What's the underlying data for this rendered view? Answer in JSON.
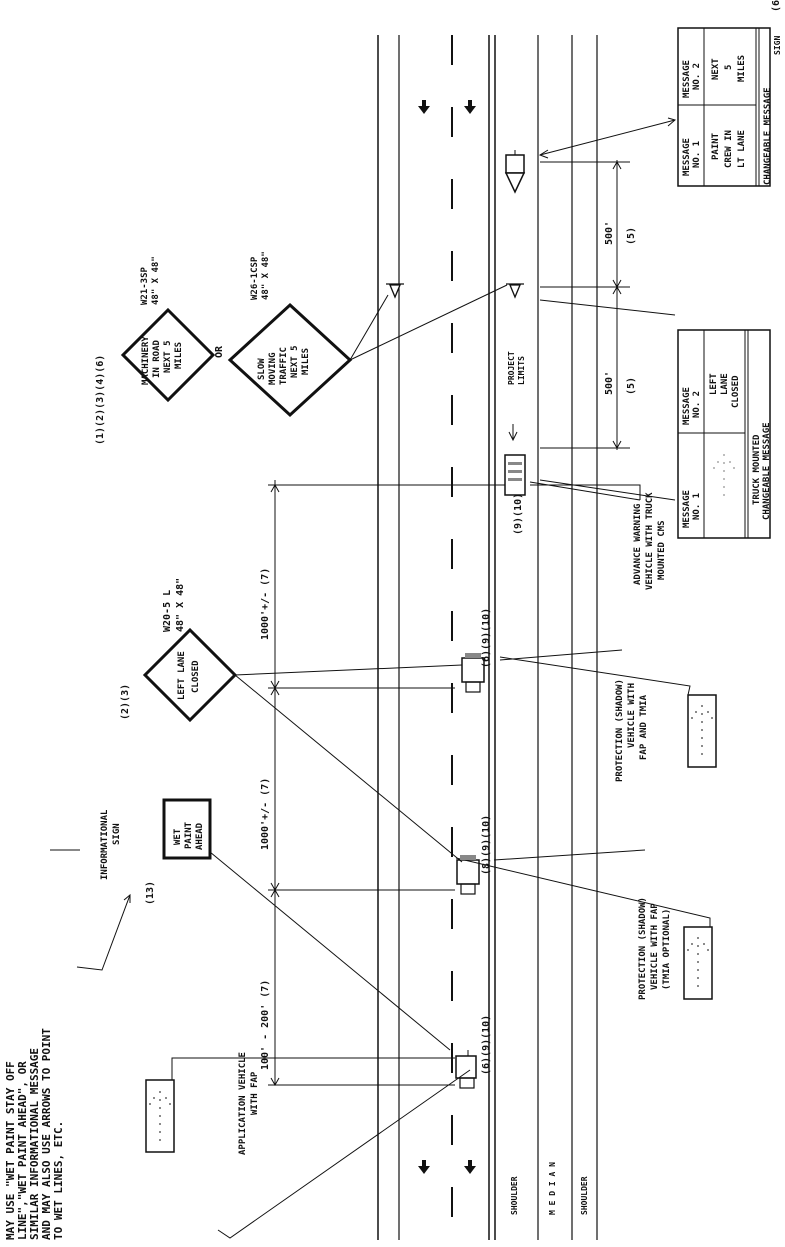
{
  "notes": {
    "top_left": [
      "MAY USE \"WET PAINT STAY OFF",
      "LINE\",\"WET PAINT AHEAD\", OR",
      "SIMILAR INFORMATIONAL MESSAGE",
      "AND MAY ALSO USE ARROWS TO POINT",
      "TO WET LINES, ETC."
    ]
  },
  "road": {
    "shoulder_label": "SHOULDER",
    "median_label": "M E D I A N",
    "project_limits": [
      "PROJECT",
      "LIMITS"
    ]
  },
  "labels": {
    "application_vehicle": [
      "APPLICATION VEHICLE",
      "WITH FAP"
    ],
    "informational_sign": [
      "INFORMATIONAL",
      "SIGN"
    ],
    "protection_vehicle_1": [
      "PROTECTION (SHADOW)",
      "VEHICLE WITH FAP",
      "(TMIA OPTIONAL)"
    ],
    "protection_vehicle_2": [
      "PROTECTION (SHADOW)",
      "VEHICLE WITH",
      "FAP AND TMIA"
    ],
    "advance_warning": [
      "ADVANCE WARNING",
      "VEHICLE WITH TRUCK",
      "MOUNTED CMS"
    ],
    "notes_13": "(13)",
    "notes_2_3": "(2)(3)",
    "notes_1_2_3_4_6": "(1)(2)(3)(4)(6)",
    "notes_vehicle_1": "(6)(9)(10)",
    "notes_vehicle_2": "(8)(9)(10)",
    "notes_vehicle_3": "(6)(9)(10)",
    "notes_vehicle_4": "(9)(10)",
    "or": "OR"
  },
  "signs": {
    "wet_paint": [
      "WET",
      "PAINT",
      "AHEAD"
    ],
    "left_lane": [
      "LEFT LANE",
      "CLOSED"
    ],
    "left_lane_code": [
      "W20-5 L",
      "48\" X 48\""
    ],
    "machinery": [
      "MACHINERY",
      "IN ROAD",
      "NEXT 5",
      "MILES"
    ],
    "machinery_code": [
      "W21-3SP",
      "48\" X 48\""
    ],
    "slow_moving": [
      "SLOW",
      "MOVING",
      "TRAFFIC",
      "NEXT 5",
      "MILES"
    ],
    "slow_moving_code": [
      "W26-1CSP",
      "48\" X 48\""
    ]
  },
  "dimensions": {
    "d1": "100' - 200' (7)",
    "d2": "1000'+/- (7)",
    "d3": "1000'+/- (7)",
    "d4": [
      "500'",
      "(5)"
    ],
    "d5": [
      "500'",
      "(5)"
    ]
  },
  "cms_tables": {
    "truck": {
      "msg1_header": [
        "MESSAGE",
        "NO. 1"
      ],
      "msg2_header": [
        "MESSAGE",
        "NO. 2"
      ],
      "msg2_body": [
        "LEFT",
        "LANE",
        "CLOSED"
      ],
      "caption": [
        "TRUCK MOUNTED",
        "CHANGEABLE MESSAGE"
      ]
    },
    "changeable": {
      "msg1_header": [
        "MESSAGE",
        "NO. 1"
      ],
      "msg2_header": [
        "MESSAGE",
        "NO. 2"
      ],
      "msg1_body": [
        "PAINT",
        "CREW IN",
        "LT LANE"
      ],
      "msg2_body": [
        "NEXT",
        "5",
        "MILES"
      ],
      "caption": [
        "CHANGEABLE MESSAGE",
        "SIGN"
      ],
      "corner": "(6"
    }
  }
}
